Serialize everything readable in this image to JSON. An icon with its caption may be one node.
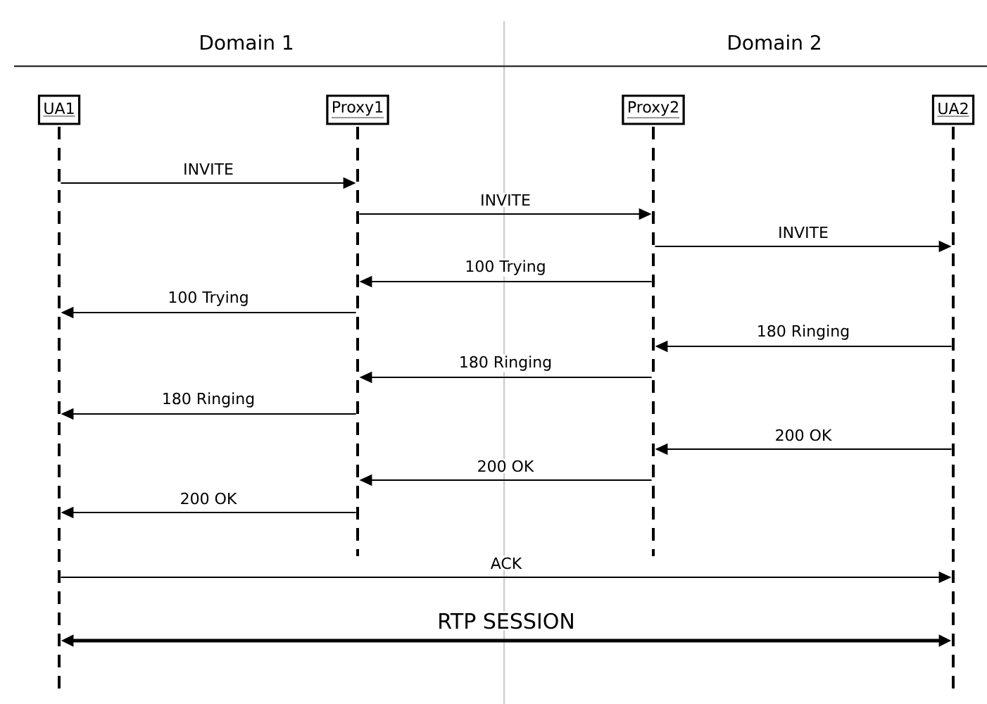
{
  "diagram": {
    "nodes": [
      {
        "text": [
          "UA1"
        ]
      },
      {
        "text": [
          "Proxy1"
        ]
      },
      {
        "text": [
          "Proxy2"
        ]
      },
      {
        "text": [
          "UA2"
        ]
      }
    ],
    "edges": [
      {
        "from": 0,
        "to": 1,
        "arrow": "to",
        "label": "INVITE"
      },
      {
        "from": 1,
        "to": 2,
        "arrow": "to",
        "label": "INVITE"
      },
      {
        "from": 2,
        "to": 3,
        "arrow": "to",
        "label": "INVITE"
      },
      {
        "from": 2,
        "to": 1,
        "arrow": "to",
        "label": "100 Trying"
      },
      {
        "from": 1,
        "to": 0,
        "arrow": "to",
        "label": "100 Trying"
      },
      {
        "from": 3,
        "to": 2,
        "arrow": "to",
        "label": "180 Ringing"
      },
      {
        "from": 2,
        "to": 1,
        "arrow": "to",
        "label": "180 Ringing"
      },
      {
        "from": 1,
        "to": 0,
        "arrow": "to",
        "label": "180 Ringing"
      },
      {
        "from": 3,
        "to": 2,
        "arrow": "to",
        "label": "200 OK"
      },
      {
        "from": 2,
        "to": 1,
        "arrow": "to",
        "label": "200 OK"
      },
      {
        "from": 1,
        "to": 0,
        "arrow": "to",
        "label": "200 OK"
      },
      {
        "from": 0,
        "to": 3,
        "arrow": "to",
        "label": "ACK"
      },
      {
        "from": 0,
        "to": 3,
        "arrow": "both",
        "label": "RTP SESSION",
        "style": "thick"
      }
    ],
    "labels": [
      "Domain 1",
      "Domain 2"
    ]
  }
}
